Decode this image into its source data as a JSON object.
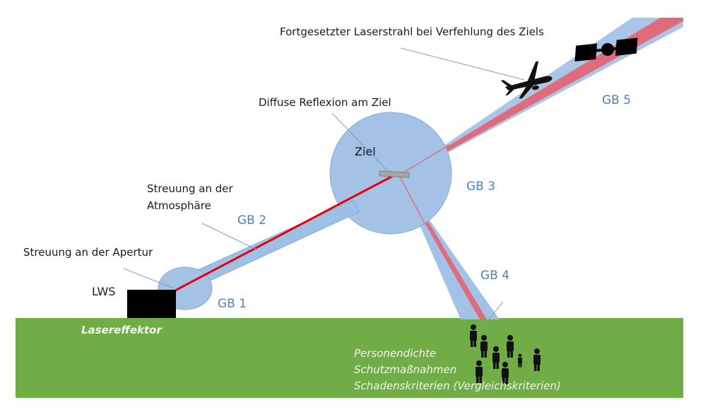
{
  "diagram": {
    "type": "laser hazard zone diagram",
    "colors": {
      "ground": "#70ad47",
      "hazard_zone_fill": "#9dc0e6",
      "hazard_zone_stroke": "#7ea6d6",
      "laser_beam": "#e8000b",
      "scattered_beam": "#e06b7a",
      "label_blue": "#4f81bd",
      "emitter": "#000000",
      "target_plate": "#a6a6a6"
    },
    "annotations": {
      "continued_beam": "Fortgesetzter Laserstrahl bei Verfehlung des Ziels",
      "diffuse_reflection": "Diffuse Reflexion am Ziel",
      "target": "Ziel",
      "atmosphere_scatter_line1": "Streuung an der",
      "atmosphere_scatter_line2": "Atmosphäre",
      "aperture_scatter": "Streuung an der Apertur",
      "emitter": "LWS"
    },
    "zones": [
      {
        "id": "GB1",
        "label": "GB 1"
      },
      {
        "id": "GB2",
        "label": "GB 2"
      },
      {
        "id": "GB3",
        "label": "GB 3"
      },
      {
        "id": "GB4",
        "label": "GB 4"
      },
      {
        "id": "GB5",
        "label": "GB 5"
      }
    ],
    "ground": {
      "effector_label": "Lasereffektor",
      "criteria": [
        "Personendichte",
        "Schutzmaßnahmen",
        "Schadenskriterien (Vergleichskriterien)"
      ]
    },
    "icons": [
      "airplane-icon",
      "satellite-icon",
      "person-icon"
    ]
  }
}
